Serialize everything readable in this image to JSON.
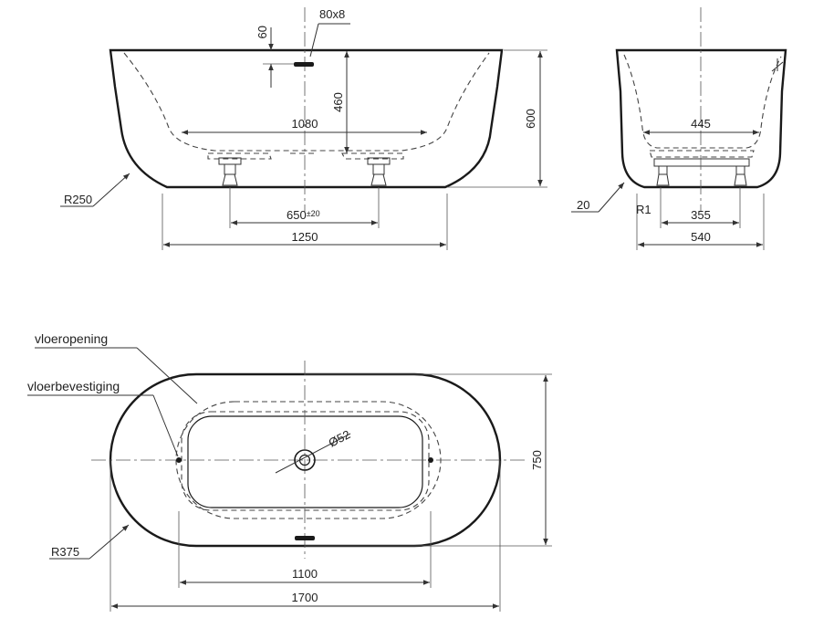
{
  "side_view": {
    "height_60": "60",
    "drain_80x8": "80x8",
    "depth_460": "460",
    "height_600": "600",
    "inner_1080": "1080",
    "feet_650": "650",
    "feet_tol": "±20",
    "base_1250": "1250",
    "radius_r250": "R250"
  },
  "end_view": {
    "inner_445": "445",
    "feet_355": "355",
    "base_540": "540",
    "edge_20": "20",
    "radius_r1": "R1"
  },
  "top_view": {
    "label_floor_opening": "vloeropening",
    "label_floor_fixing": "vloerbevestiging",
    "diameter_52": "Ø52",
    "height_750": "750",
    "inner_1100": "1100",
    "length_1700": "1700",
    "radius_r375": "R375"
  }
}
